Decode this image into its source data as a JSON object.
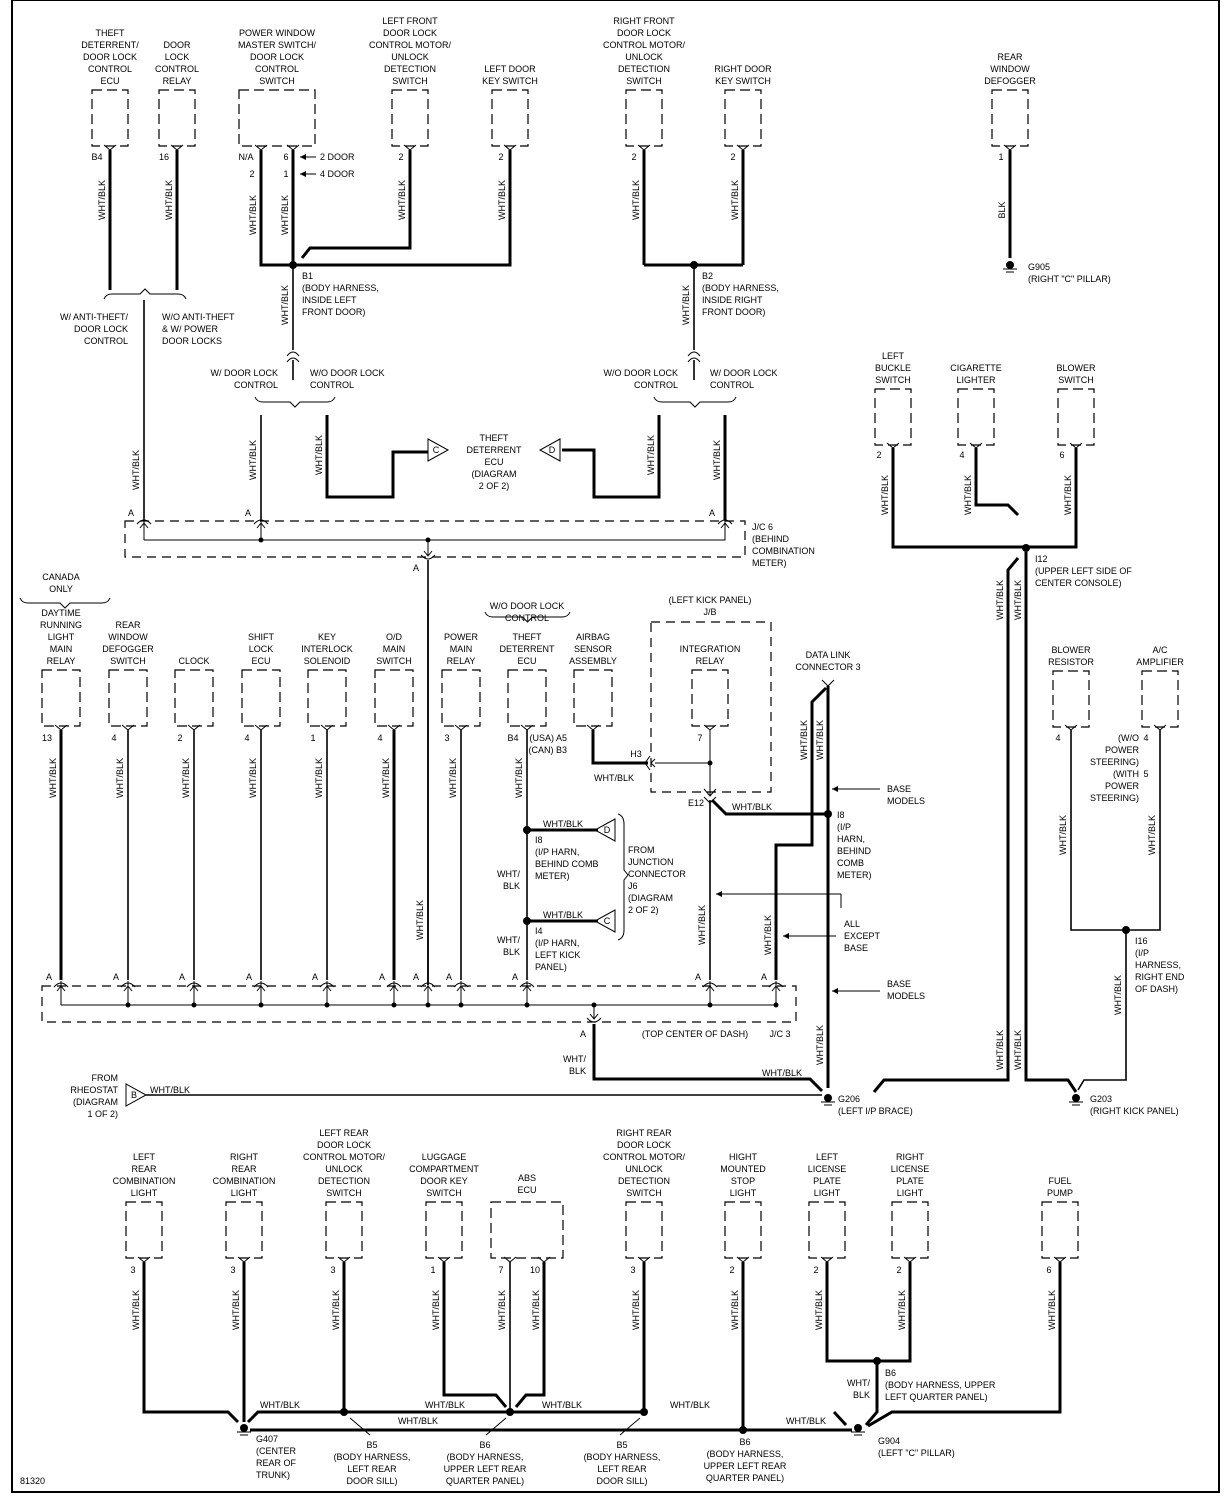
{
  "diagram_id": "81320",
  "wire_color": "WHT/BLK",
  "wire_color_split": [
    "WHT/",
    "BLK"
  ],
  "black_wire": "BLK",
  "connector_letter": "A",
  "top_components": [
    {
      "id": "theft_ecu",
      "lines": [
        "THEFT",
        "DETERRENT/",
        "DOOR LOCK",
        "CONTROL",
        "ECU"
      ],
      "pin": "B4"
    },
    {
      "id": "door_lock_relay",
      "lines": [
        "DOOR",
        "LOCK",
        "CONTROL",
        "RELAY"
      ],
      "pin": "16"
    },
    {
      "id": "pw_master",
      "lines": [
        "POWER WINDOW",
        "MASTER SWITCH/",
        "DOOR LOCK",
        "CONTROL",
        "SWITCH"
      ],
      "pins": [
        "N/A",
        "2",
        "6",
        "1"
      ]
    },
    {
      "id": "lf_door_lock",
      "lines": [
        "LEFT FRONT",
        "DOOR LOCK",
        "CONTROL MOTOR/",
        "UNLOCK",
        "DETECTION",
        "SWITCH"
      ],
      "pin": "2"
    },
    {
      "id": "left_key",
      "lines": [
        "LEFT DOOR",
        "KEY SWITCH"
      ],
      "pin": "2"
    },
    {
      "id": "rf_door_lock",
      "lines": [
        "RIGHT FRONT",
        "DOOR LOCK",
        "CONTROL MOTOR/",
        "UNLOCK",
        "DETECTION",
        "SWITCH"
      ],
      "pin": "2"
    },
    {
      "id": "right_key",
      "lines": [
        "RIGHT DOOR",
        "KEY SWITCH"
      ],
      "pin": "2"
    },
    {
      "id": "rear_defogger",
      "lines": [
        "REAR",
        "WINDOW",
        "DEFOGGER"
      ],
      "pin": "1"
    }
  ],
  "door_notes": {
    "two_door": "2 DOOR",
    "four_door": "4 DOOR"
  },
  "splices": {
    "b1": [
      "B1",
      "(BODY HARNESS,",
      "INSIDE LEFT",
      "FRONT DOOR)"
    ],
    "b2": [
      "B2",
      "(BODY HARNESS,",
      "INSIDE RIGHT",
      "FRONT DOOR)"
    ],
    "i12": [
      "I12",
      "(UPPER LEFT SIDE OF",
      "CENTER CONSOLE)"
    ],
    "i8_right": [
      "I8",
      "(I/P",
      "HARN,",
      "BEHIND",
      "COMB",
      "METER)"
    ],
    "i8_left": [
      "I8",
      "(I/P HARN,",
      "BEHIND COMB",
      "METER)"
    ],
    "i4": [
      "I4",
      "(I/P HARN,",
      "LEFT KICK",
      "PANEL)"
    ],
    "i16": [
      "I16",
      "(I/P",
      "HARNESS,",
      "RIGHT END",
      "OF DASH)"
    ],
    "b5a": [
      "B5",
      "(BODY HARNESS,",
      "LEFT REAR",
      "DOOR SILL)"
    ],
    "b6a": [
      "B6",
      "(BODY HARNESS,",
      "UPPER LEFT REAR",
      "QUARTER PANEL)"
    ],
    "b5b": [
      "B5",
      "(BODY HARNESS,",
      "LEFT REAR",
      "DOOR SILL)"
    ],
    "b6b": [
      "B6",
      "(BODY HARNESS,",
      "UPPER LEFT REAR",
      "QUARTER PANEL)"
    ],
    "b6c": [
      "B6",
      "(BODY HARNESS, UPPER",
      "LEFT QUARTER PANEL)"
    ]
  },
  "grounds": {
    "g905": [
      "G905",
      "(RIGHT \"C\" PILLAR)"
    ],
    "g206": [
      "G206",
      "(LEFT I/P BRACE)"
    ],
    "g203": [
      "G203",
      "(RIGHT KICK PANEL)"
    ],
    "g407": [
      "G407",
      "(CENTER",
      "REAR OF",
      "TRUNK)"
    ],
    "g904": [
      "G904",
      "(LEFT \"C\" PILLAR)"
    ]
  },
  "options": {
    "w_anti_theft": [
      "W/ ANTI-THEFT/",
      "DOOR LOCK",
      "CONTROL"
    ],
    "wo_anti_theft": [
      "W/O ANTI-THEFT",
      "& W/ POWER",
      "DOOR LOCKS"
    ],
    "w_door_lock": [
      "W/ DOOR LOCK",
      "CONTROL"
    ],
    "wo_door_lock": [
      "W/O DOOR LOCK",
      "CONTROL"
    ],
    "canada_only": [
      "CANADA",
      "ONLY"
    ],
    "base_models": [
      "BASE",
      "MODELS"
    ],
    "all_except_base": [
      "ALL",
      "EXCEPT",
      "BASE"
    ],
    "wo_power_steering": [
      "(W/O",
      "POWER",
      "STEERING)"
    ],
    "with_power_steering": [
      "(WITH",
      "POWER",
      "STEERING)"
    ]
  },
  "theft_ecu_ref": {
    "lines": [
      "THEFT",
      "DETERRENT",
      "ECU",
      "(DIAGRAM",
      "2 OF 2)"
    ],
    "c": "C",
    "d": "D"
  },
  "jc6": [
    "J/C 6",
    "(BEHIND",
    "COMBINATION",
    "METER)"
  ],
  "jc3": {
    "name": "J/C 3",
    "location": "(TOP CENTER OF DASH)"
  },
  "jb": {
    "location": "(LEFT KICK PANEL)",
    "name": "J/B"
  },
  "from_jc": [
    "FROM",
    "JUNCTION",
    "CONNECTOR",
    "J6",
    "(DIAGRAM",
    "2 OF 2)"
  ],
  "rheostat": {
    "lines": [
      "FROM",
      "RHEOSTAT",
      "(DIAGRAM",
      "1 OF 2)"
    ],
    "letter": "B"
  },
  "right_components": [
    {
      "id": "left_buckle",
      "lines": [
        "LEFT",
        "BUCKLE",
        "SWITCH"
      ],
      "pin": "2"
    },
    {
      "id": "cig_lighter",
      "lines": [
        "CIGARETTE",
        "LIGHTER"
      ],
      "pin": "4"
    },
    {
      "id": "blower_switch",
      "lines": [
        "BLOWER",
        "SWITCH"
      ],
      "pin": "6"
    },
    {
      "id": "blower_resistor",
      "lines": [
        "BLOWER",
        "RESISTOR"
      ],
      "pin": "4"
    },
    {
      "id": "ac_amp",
      "lines": [
        "A/C",
        "AMPLIFIER"
      ],
      "pins": [
        "4",
        "5"
      ]
    }
  ],
  "mid_components": [
    {
      "id": "drl_relay",
      "lines": [
        "DAYTIME",
        "RUNNING",
        "LIGHT",
        "MAIN",
        "RELAY"
      ],
      "pin": "13"
    },
    {
      "id": "rear_def_switch",
      "lines": [
        "REAR",
        "WINDOW",
        "DEFOGGER",
        "SWITCH"
      ],
      "pin": "4"
    },
    {
      "id": "clock",
      "lines": [
        "CLOCK"
      ],
      "pin": "2"
    },
    {
      "id": "shift_lock",
      "lines": [
        "SHIFT",
        "LOCK",
        "ECU"
      ],
      "pin": "4"
    },
    {
      "id": "key_interlock",
      "lines": [
        "KEY",
        "INTERLOCK",
        "SOLENOID"
      ],
      "pin": "1"
    },
    {
      "id": "od_main",
      "lines": [
        "O/D",
        "MAIN",
        "SWITCH"
      ],
      "pin": "4"
    },
    {
      "id": "power_main_relay",
      "lines": [
        "POWER",
        "MAIN",
        "RELAY"
      ],
      "pin": "3"
    },
    {
      "id": "theft_ecu2",
      "lines": [
        "THEFT",
        "DETERRENT",
        "ECU"
      ],
      "pin": "B4"
    },
    {
      "id": "airbag",
      "lines": [
        "AIRBAG",
        "SENSOR",
        "ASSEMBLY"
      ],
      "pins": [
        "(USA) A5",
        "(CAN) B3"
      ]
    },
    {
      "id": "integration_relay",
      "lines": [
        "INTEGRATION",
        "RELAY"
      ],
      "pin": "7"
    }
  ],
  "jb_pins": {
    "h3": "H3",
    "e12": "E12"
  },
  "dlc": [
    "DATA LINK",
    "CONNECTOR 3"
  ],
  "bottom_components": [
    {
      "id": "lr_combo",
      "lines": [
        "LEFT",
        "REAR",
        "COMBINATION",
        "LIGHT"
      ],
      "pin": "3"
    },
    {
      "id": "rr_combo",
      "lines": [
        "RIGHT",
        "REAR",
        "COMBINATION",
        "LIGHT"
      ],
      "pin": "3"
    },
    {
      "id": "lr_door_lock",
      "lines": [
        "LEFT REAR",
        "DOOR LOCK",
        "CONTROL MOTOR/",
        "UNLOCK",
        "DETECTION",
        "SWITCH"
      ],
      "pin": "3"
    },
    {
      "id": "luggage",
      "lines": [
        "LUGGAGE",
        "COMPARTMENT",
        "DOOR KEY",
        "SWITCH"
      ],
      "pin": "1"
    },
    {
      "id": "abs",
      "lines": [
        "ABS",
        "ECU"
      ],
      "pins": [
        "7",
        "10"
      ]
    },
    {
      "id": "rr_door_lock",
      "lines": [
        "RIGHT REAR",
        "DOOR LOCK",
        "CONTROL MOTOR/",
        "UNLOCK",
        "DETECTION",
        "SWITCH"
      ],
      "pin": "3"
    },
    {
      "id": "hmsl",
      "lines": [
        "HIGHT",
        "MOUNTED",
        "STOP",
        "LIGHT"
      ],
      "pin": "2"
    },
    {
      "id": "l_license",
      "lines": [
        "LEFT",
        "LICENSE",
        "PLATE",
        "LIGHT"
      ],
      "pin": "2"
    },
    {
      "id": "r_license",
      "lines": [
        "RIGHT",
        "LICENSE",
        "PLATE",
        "LIGHT"
      ],
      "pin": "2"
    },
    {
      "id": "fuel_pump",
      "lines": [
        "FUEL",
        "PUMP"
      ],
      "pin": "6"
    }
  ]
}
